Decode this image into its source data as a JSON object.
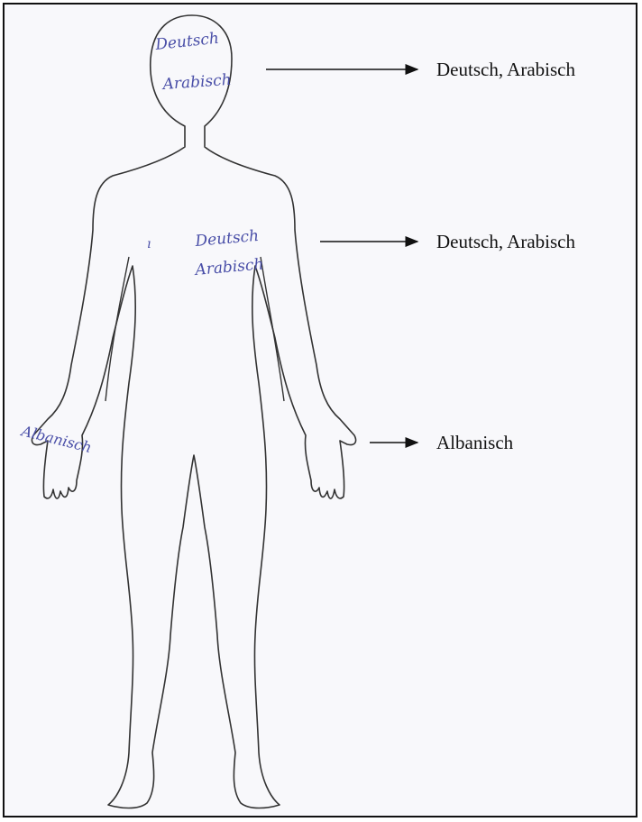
{
  "handwritten": {
    "head": [
      "Deutsch",
      "Arabisch"
    ],
    "chest": [
      "Deutsch",
      "Arabisch"
    ],
    "hand": "Albanisch"
  },
  "labels": {
    "head": "Deutsch, Arabisch",
    "chest": "Deutsch, Arabisch",
    "hand": "Albanisch"
  },
  "colors": {
    "outline": "#333333",
    "handwriting": "#4a4fa8",
    "arrow": "#111111"
  }
}
